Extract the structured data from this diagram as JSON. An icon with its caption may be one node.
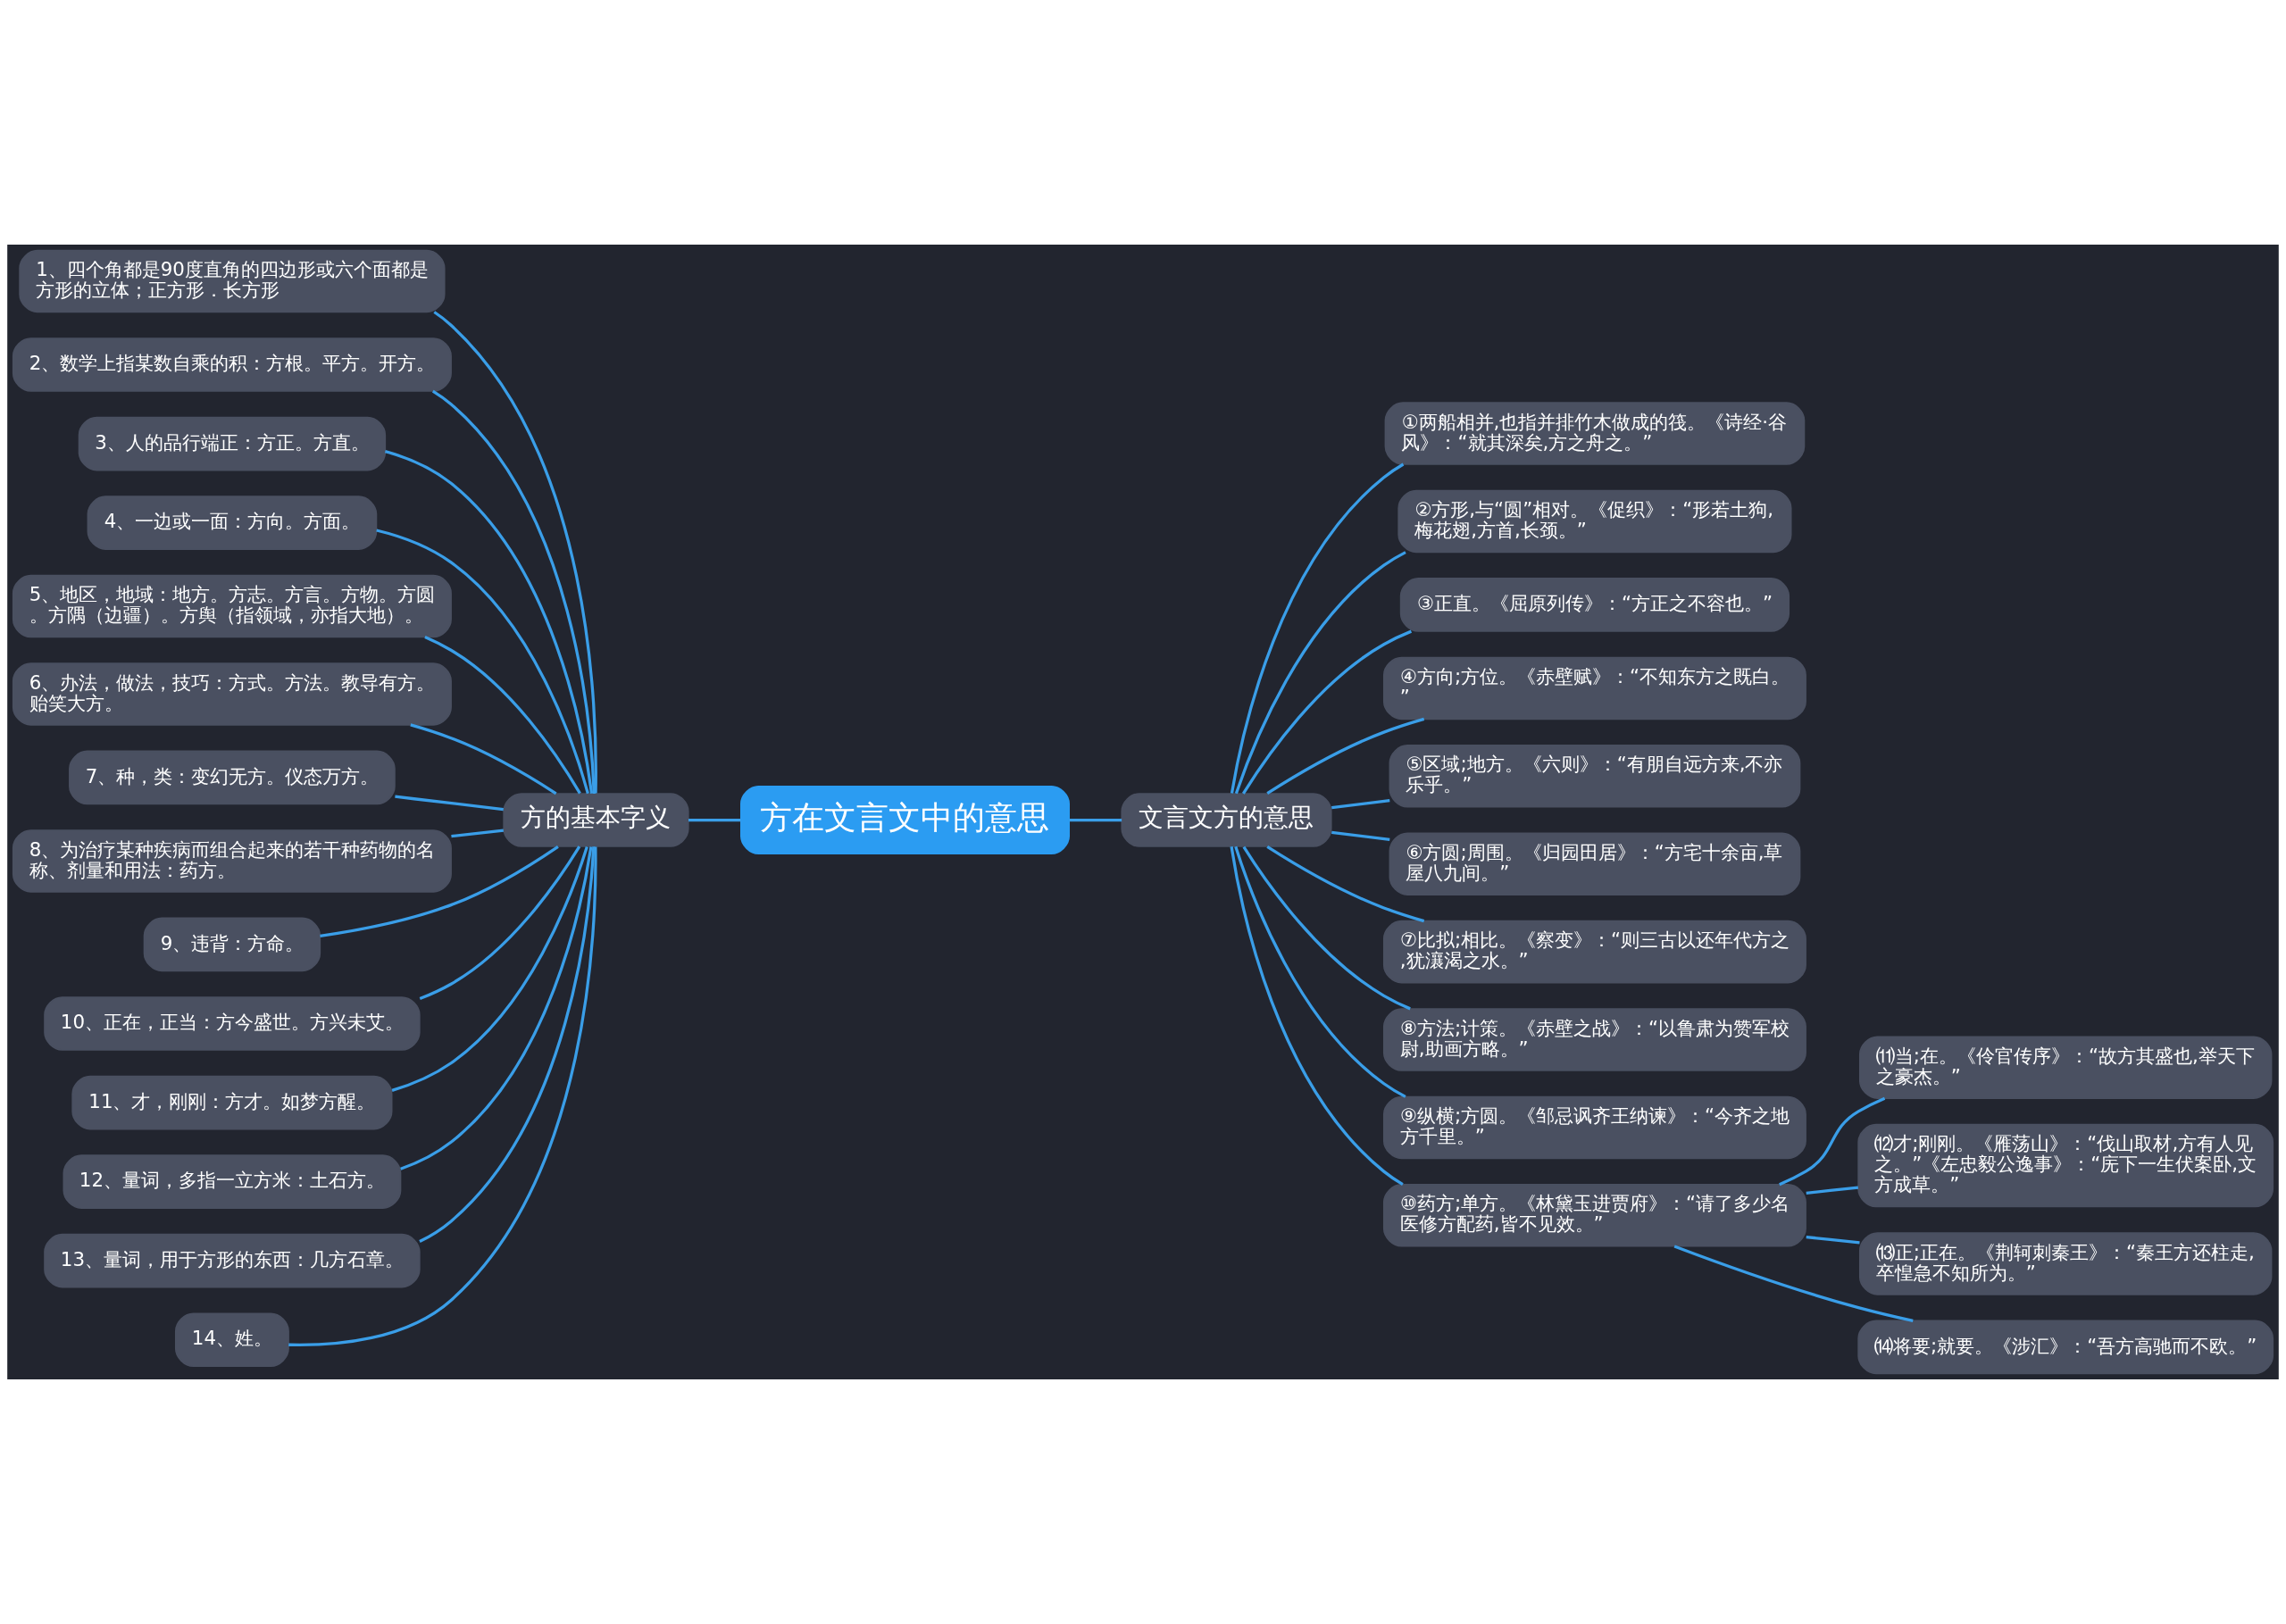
{
  "diagram": {
    "nodes": [
      {
        "text": [
          "方在文言文中的意思"
        ]
      },
      {
        "text": [
          "方的基本字义"
        ]
      },
      {
        "text": [
          "1、四个角都是90度直角的四边形或六个面都是方形的立体；正方形．长方形"
        ]
      },
      {
        "text": [
          "2、数学上指某数自乘的积：方根。平方。开方。"
        ]
      },
      {
        "text": [
          "3、人的品行端正：方正。方直。"
        ]
      },
      {
        "text": [
          "4、一边或一面：方向。方面。"
        ]
      },
      {
        "text": [
          "5、地区，地域：地方。方志。方言。方物。方圆。方隅（边疆）。方舆（指领域，亦指大地）。"
        ]
      },
      {
        "text": [
          "6、办法，做法，技巧：方式。方法。教导有方。贻笑大方。"
        ]
      },
      {
        "text": [
          "7、种，类：变幻无方。仪态万方。"
        ]
      },
      {
        "text": [
          "8、为治疗某种疾病而组合起来的若干种药物的名称、剂量和用法：药方。"
        ]
      },
      {
        "text": [
          "9、违背：方命。"
        ]
      },
      {
        "text": [
          "10、正在，正当：方今盛世。方兴未艾。"
        ]
      },
      {
        "text": [
          "11、才，刚刚：方才。如梦方醒。"
        ]
      },
      {
        "text": [
          "12、量词，多指一立方米：土石方。"
        ]
      },
      {
        "text": [
          "13、量词，用于方形的东西：几方石章。"
        ]
      },
      {
        "text": [
          "14、姓。"
        ]
      },
      {
        "text": [
          "文言文方的意思"
        ]
      },
      {
        "text": [
          "①两船相并,也指并排竹木做成的筏。《诗经·谷风》：“就其深矣,方之舟之。”"
        ]
      },
      {
        "text": [
          "②方形,与“圆”相对。《促织》：“形若土狗,梅花翅,方首,长颈。”"
        ]
      },
      {
        "text": [
          "③正直。《屈原列传》：“方正之不容也。”"
        ]
      },
      {
        "text": [
          "④方向;方位。《赤壁赋》：“不知东方之既白。”"
        ]
      },
      {
        "text": [
          "⑤区域;地方。《六则》：“有朋自远方来,不亦乐乎。”"
        ]
      },
      {
        "text": [
          "⑥方圆;周围。《归园田居》：“方宅十余亩,草屋八九间。”"
        ]
      },
      {
        "text": [
          "⑦比拟;相比。《察变》：“则三古以还年代方之,犹瀼渴之水。”"
        ]
      },
      {
        "text": [
          "⑧方法;计策。《赤壁之战》：“以鲁肃为赞军校尉,助画方略。”"
        ]
      },
      {
        "text": [
          "⑨纵横;方圆。《邹忌讽齐王纳谏》：“今齐之地方千里。”"
        ]
      },
      {
        "text": [
          "⑩药方;单方。《林黛玉进贾府》：“请了多少名医修方配药,皆不见效。”"
        ]
      },
      {
        "text": [
          "⑾当;在。《伶官传序》：“故方其盛也,举天下之豪杰。”"
        ]
      },
      {
        "text": [
          "⑿才;刚刚。《雁荡山》：“伐山取材,方有人见之。”《左忠毅公逸事》：“庑下一生伏案卧,文方成草。”"
        ]
      },
      {
        "text": [
          "⒀正;正在。《荆轲刺秦王》：“秦王方还柱走,卒惶急不知所为。”"
        ]
      },
      {
        "text": [
          "⒁将要;就要。《涉汇》：“吾方高驰而不欧。”"
        ]
      }
    ],
    "edges": [
      {
        "from": 0,
        "to": 1,
        "arrow": "none"
      },
      {
        "from": 1,
        "to": 2,
        "arrow": "none"
      },
      {
        "from": 1,
        "to": 3,
        "arrow": "none"
      },
      {
        "from": 1,
        "to": 4,
        "arrow": "none"
      },
      {
        "from": 1,
        "to": 5,
        "arrow": "none"
      },
      {
        "from": 1,
        "to": 6,
        "arrow": "none"
      },
      {
        "from": 1,
        "to": 7,
        "arrow": "none"
      },
      {
        "from": 1,
        "to": 8,
        "arrow": "none"
      },
      {
        "from": 1,
        "to": 9,
        "arrow": "none"
      },
      {
        "from": 1,
        "to": 10,
        "arrow": "none"
      },
      {
        "from": 1,
        "to": 11,
        "arrow": "none"
      },
      {
        "from": 1,
        "to": 12,
        "arrow": "none"
      },
      {
        "from": 1,
        "to": 13,
        "arrow": "none"
      },
      {
        "from": 1,
        "to": 14,
        "arrow": "none"
      },
      {
        "from": 1,
        "to": 15,
        "arrow": "none"
      },
      {
        "from": 0,
        "to": 16,
        "arrow": "none"
      },
      {
        "from": 16,
        "to": 17,
        "arrow": "none"
      },
      {
        "from": 16,
        "to": 18,
        "arrow": "none"
      },
      {
        "from": 16,
        "to": 19,
        "arrow": "none"
      },
      {
        "from": 16,
        "to": 20,
        "arrow": "none"
      },
      {
        "from": 16,
        "to": 21,
        "arrow": "none"
      },
      {
        "from": 16,
        "to": 22,
        "arrow": "none"
      },
      {
        "from": 16,
        "to": 23,
        "arrow": "none"
      },
      {
        "from": 16,
        "to": 24,
        "arrow": "none"
      },
      {
        "from": 16,
        "to": 25,
        "arrow": "none"
      },
      {
        "from": 16,
        "to": 26,
        "arrow": "none"
      },
      {
        "from": 26,
        "to": 27,
        "arrow": "none"
      },
      {
        "from": 26,
        "to": 28,
        "arrow": "none"
      },
      {
        "from": 26,
        "to": 29,
        "arrow": "none"
      },
      {
        "from": 26,
        "to": 30,
        "arrow": "none"
      }
    ]
  }
}
